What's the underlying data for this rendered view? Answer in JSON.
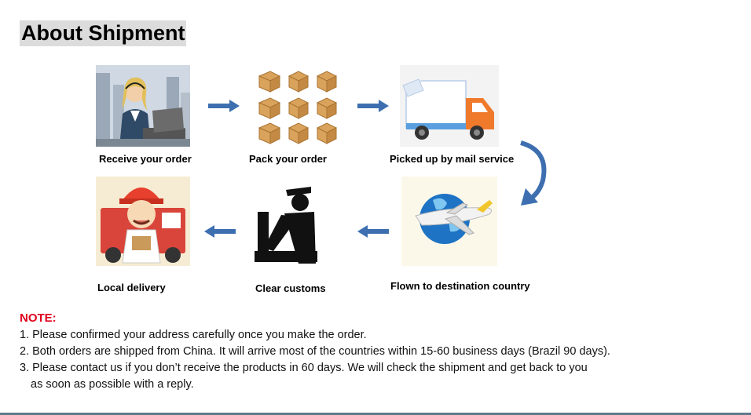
{
  "title": "About Shipment",
  "steps": [
    {
      "label": "Receive your order",
      "icon": "customer-service-agent-icon"
    },
    {
      "label": "Pack your order",
      "icon": "packed-boxes-icon"
    },
    {
      "label": "Picked up by mail service",
      "icon": "delivery-truck-icon"
    },
    {
      "label": "Flown to destination country",
      "icon": "airplane-globe-icon"
    },
    {
      "label": "Clear customs",
      "icon": "customs-officer-icon"
    },
    {
      "label": "Local delivery",
      "icon": "courier-icon"
    }
  ],
  "note": {
    "heading": "NOTE:",
    "lines": [
      "1. Please confirmed your address carefully once you make the order.",
      "2. Both orders are shipped from China. It will arrive most of the countries within 15-60 business days (Brazil 90 days).",
      "3. Please contact us if you don’t receive the products in 60 days. We will check the shipment and get back to you",
      "as soon as possible with a reply."
    ]
  },
  "colors": {
    "arrow": "#3d6fb0",
    "note_heading": "#e0001b",
    "title_bg": "#dcdcdc"
  }
}
